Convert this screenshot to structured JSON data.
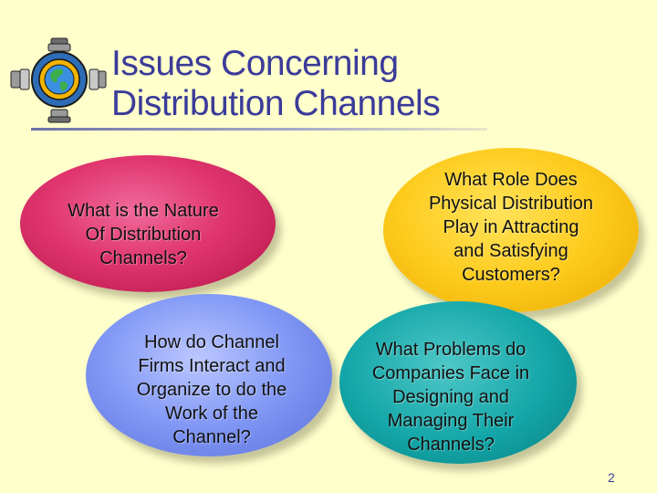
{
  "slide": {
    "title_line1": "Issues Concerning",
    "title_line2": "Distribution Channels",
    "logo_icon": "globe-icon",
    "bubbles": {
      "nature": "What is the Nature\nOf Distribution\nChannels?",
      "role": "What Role Does\nPhysical Distribution\nPlay in Attracting\nand Satisfying\nCustomers?",
      "interact": "How do Channel\nFirms Interact and\nOrganize to do the\nWork of the\nChannel?",
      "problems": "What Problems do\nCompanies Face in\nDesigning and\nManaging Their\nChannels?"
    },
    "page_number": "2"
  },
  "colors": {
    "background": "#FFFFCC",
    "title": "#3B3B9A",
    "nature_bubble": "#E0356F",
    "role_bubble": "#FDCB1D",
    "interact_bubble": "#8097F5",
    "problems_bubble": "#13A6A8"
  }
}
